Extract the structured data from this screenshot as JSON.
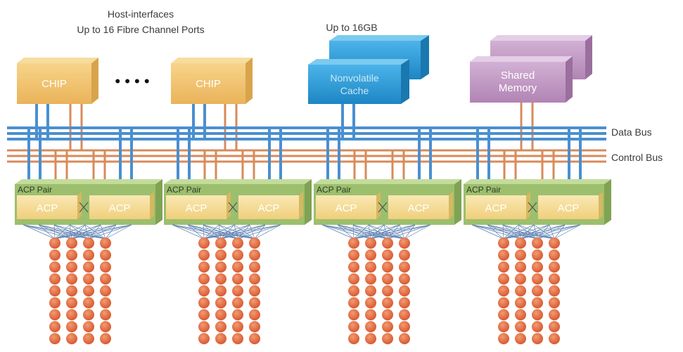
{
  "header": {
    "host_title": "Host-interfaces",
    "host_subtitle": "Up to 16 Fibre Channel Ports",
    "cache_caption": "Up to 16GB"
  },
  "host_chips": [
    {
      "label": "CHIP"
    },
    {
      "label": "CHIP"
    }
  ],
  "ellipsis": "• • • •",
  "cache": {
    "line1": "Nonvolatile",
    "line2": "Cache"
  },
  "shared_memory": {
    "line1": "Shared",
    "line2": "Memory"
  },
  "buses": {
    "data": "Data Bus",
    "control": "Control Bus"
  },
  "acp_pairs": [
    {
      "title": "ACP Pair",
      "acps": [
        "ACP",
        "ACP"
      ]
    },
    {
      "title": "ACP Pair",
      "acps": [
        "ACP",
        "ACP"
      ]
    },
    {
      "title": "ACP Pair",
      "acps": [
        "ACP",
        "ACP"
      ]
    },
    {
      "title": "ACP Pair",
      "acps": [
        "ACP",
        "ACP"
      ]
    }
  ],
  "disk_stack": {
    "columns_per_pair": 4,
    "disks_per_column": 9
  },
  "colors": {
    "chip": "#f2c36b",
    "cache": "#2f9fd9",
    "shared_memory": "#c39ac4",
    "data_bus": "#4a8fd0",
    "control_bus": "#d98a5a",
    "acp_pair": "#9cbf6e",
    "acp": "#f5dc97",
    "disk": "#e2643a"
  }
}
